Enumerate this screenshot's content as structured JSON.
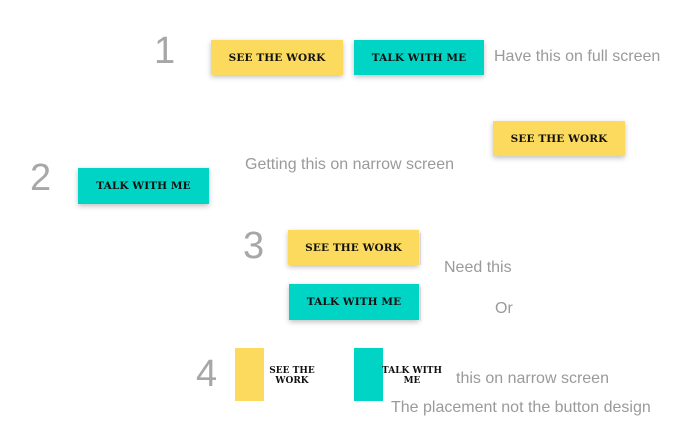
{
  "steps": {
    "one": "1",
    "two": "2",
    "three": "3",
    "four": "4"
  },
  "buttons": {
    "see_work": "SEE THE WORK",
    "talk_with_me": "TALK WITH ME"
  },
  "narrow_labels": {
    "see_line1": "SEE THE",
    "see_line2": "WORK",
    "talk_line1": "TALK WITH",
    "talk_line2": "ME"
  },
  "notes": {
    "full_screen": "Have this on full screen",
    "narrow_screen": "Getting this on narrow screen",
    "need_this": "Need this",
    "or": "Or",
    "this_narrow": "this on narrow screen",
    "placement": "The placement not the button design"
  },
  "colors": {
    "yellow": "#fcda5d",
    "teal": "#00d4c4",
    "annotation_gray": "#9a9a9a"
  }
}
